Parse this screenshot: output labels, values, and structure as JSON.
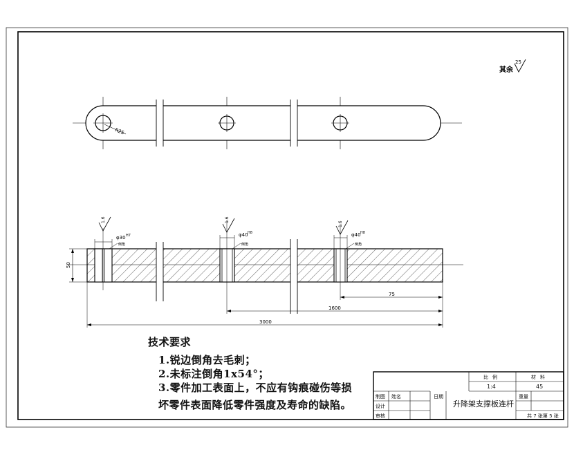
{
  "surface_finish": {
    "label": "其余",
    "value": "25"
  },
  "top_view": {
    "radius_label": "R25"
  },
  "section_view": {
    "thickness": "50",
    "hole1": {
      "dia": "φ30",
      "fit": "H7",
      "roughness": "1.6",
      "chamfer": "倒角"
    },
    "hole2": {
      "dia": "φ40",
      "fit": "H8",
      "roughness": "1.6",
      "chamfer": "倒角"
    },
    "hole3": {
      "dia": "φ40",
      "fit": "H8",
      "roughness": "1.6",
      "chamfer": "倒角"
    },
    "dim_short": "75",
    "dim_mid": "1600",
    "dim_total": "3000"
  },
  "tech_requirements": {
    "title": "技术要求",
    "items": [
      "1.锐边倒角去毛刺；",
      "2.未标注倒角1x54°；",
      "3.零件加工表面上，不应有钩痕碰伤等损",
      "坏零件表面降低零件强度及寿命的缺陷。"
    ]
  },
  "title_block": {
    "ratio_header": "比例",
    "ratio": "1:4",
    "material_header": "材料",
    "material": "45",
    "weight_label": "重量",
    "name": "升降架支撑板连杆",
    "row_labels": [
      "制图",
      "设计",
      "审核"
    ],
    "col_name": "姓名",
    "col_date": "日期",
    "sheet": "共 7 张第 5 张"
  }
}
